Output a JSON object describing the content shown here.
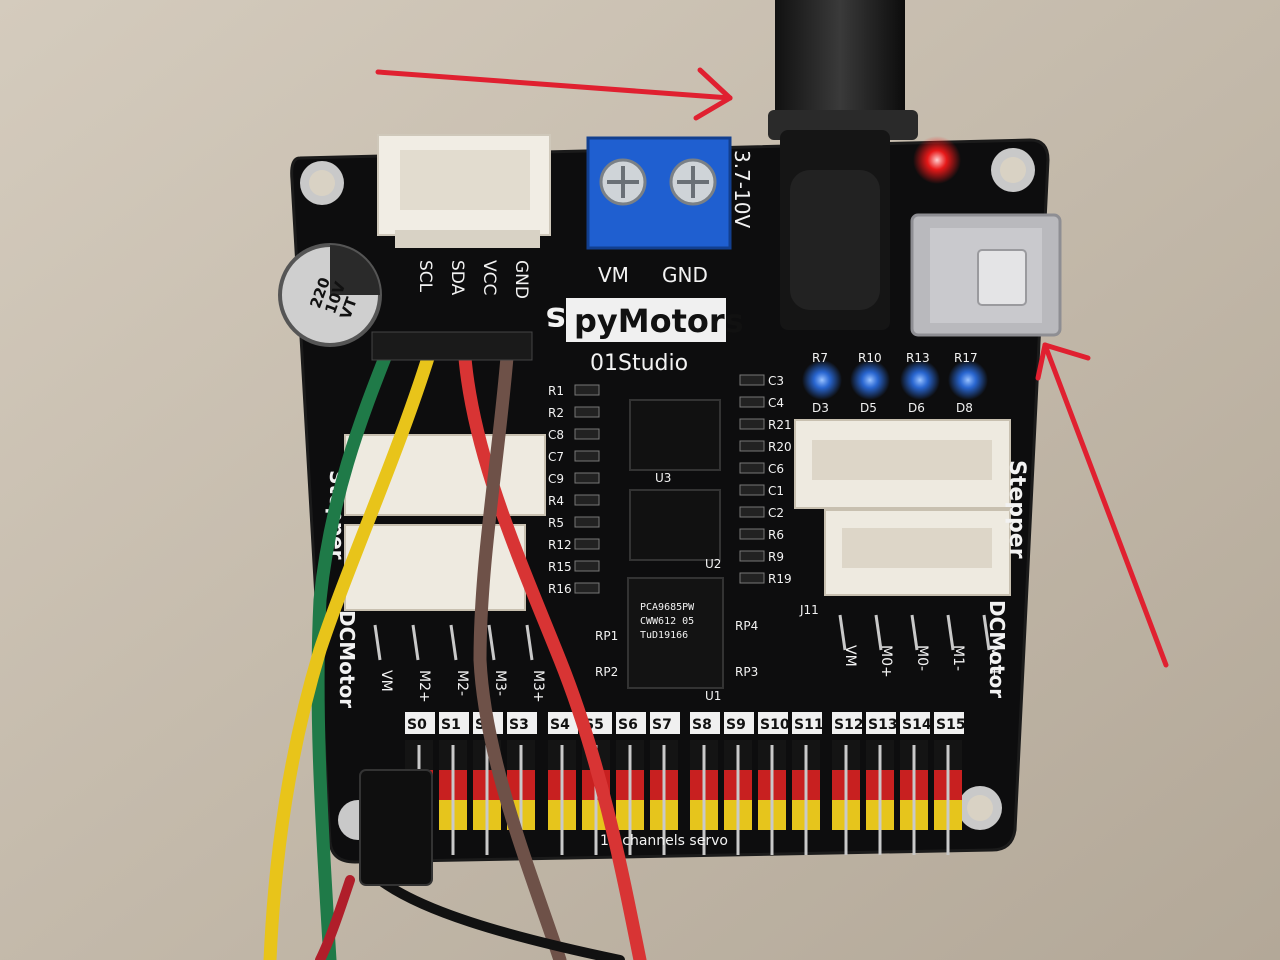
{
  "board": {
    "brand": "pyMotors",
    "maker": "01Studio",
    "i2c_pins": [
      "SCL",
      "SDA",
      "VCC",
      "GND"
    ],
    "power_terminal": [
      "VM",
      "GND"
    ],
    "voltage_range": "3.7-10V",
    "capacitor": {
      "value": "220",
      "voltage": "10V",
      "code": "VT"
    },
    "chips": [
      "U3",
      "U2",
      "U1"
    ],
    "chip_u1_markings": [
      "PCA9685PW",
      "CWW612 05",
      "TuD19166"
    ],
    "left_resistors": [
      "R1",
      "R2",
      "C8",
      "C7",
      "C9",
      "R4",
      "R5",
      "R12",
      "R15",
      "R16"
    ],
    "right_parts": [
      "C3",
      "C4",
      "R21",
      "R20",
      "C6",
      "C1",
      "C2",
      "R6",
      "R9",
      "R19"
    ],
    "leds_top": [
      "R7",
      "R10",
      "R13",
      "R17"
    ],
    "leds_bottom": [
      "D3",
      "D5",
      "D6",
      "D8"
    ],
    "network": [
      "RP1",
      "RP2",
      "RP3",
      "RP4"
    ],
    "section_stepper": "Stepper",
    "section_dcmotor_left": "DCMotor",
    "section_dcmotor_right": "DCMotor",
    "dc_left_pins": [
      "VM",
      "M2+",
      "M2-",
      "M3-",
      "M3+"
    ],
    "dc_right_pins": [
      "VM",
      "M0+",
      "M0-",
      "M1-",
      "M1+"
    ],
    "servo_labels": [
      "S0",
      "S1",
      "S2",
      "S3",
      "S4",
      "S5",
      "S6",
      "S7",
      "S8",
      "S9",
      "S10",
      "S11",
      "S12",
      "S13",
      "S14",
      "S15"
    ],
    "connector_label": "J11",
    "servo_footer": "16 channels servo"
  },
  "colors": {
    "pcb": "#0d0d0e",
    "terminal": "#1f5fd0",
    "arrow": "#e02030",
    "led_blue": "#2f7bff",
    "led_red": "#ff1a1a"
  }
}
